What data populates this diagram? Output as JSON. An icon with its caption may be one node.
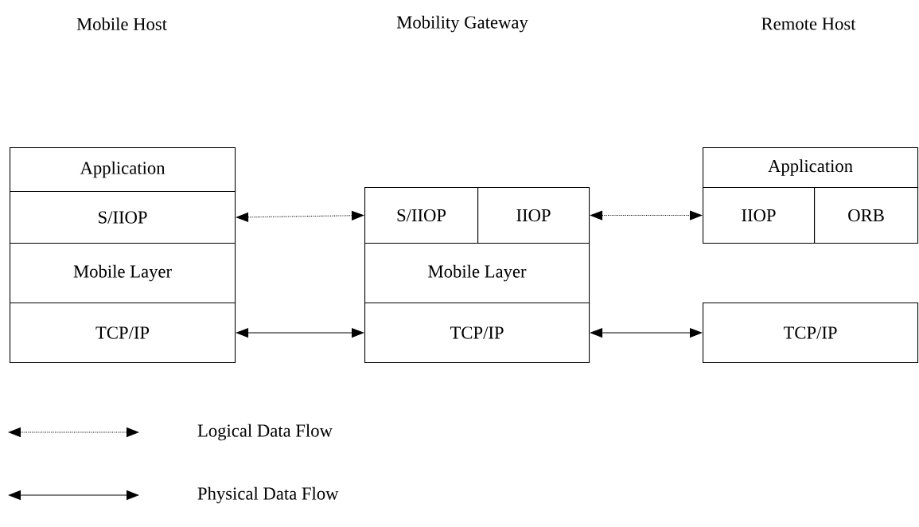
{
  "diagram": {
    "nodes": [
      {
        "text": [
          "Application"
        ]
      },
      {
        "text": [
          "S/IIOP"
        ]
      },
      {
        "text": [
          "Mobile Layer"
        ]
      },
      {
        "text": [
          "TCP/IP"
        ]
      },
      {
        "text": [
          "S/IIOP"
        ]
      },
      {
        "text": [
          "IIOP"
        ]
      },
      {
        "text": [
          "Mobile Layer"
        ]
      },
      {
        "text": [
          "TCP/IP"
        ]
      },
      {
        "text": [
          "Application"
        ]
      },
      {
        "text": [
          "IIOP"
        ]
      },
      {
        "text": [
          "ORB"
        ]
      },
      {
        "text": [
          "TCP/IP"
        ]
      }
    ],
    "edges": [
      {
        "from": 1,
        "to": 4,
        "arrow": "both",
        "style": "dashed"
      },
      {
        "from": 5,
        "to": 9,
        "arrow": "both",
        "style": "dashed"
      },
      {
        "from": 3,
        "to": 7,
        "arrow": "both"
      },
      {
        "from": 7,
        "to": 11,
        "arrow": "both"
      }
    ],
    "labels": [
      "Mobile Host",
      "Mobility Gateway",
      "Remote Host"
    ],
    "legend": [
      {
        "text": "Logical Data Flow"
      },
      {
        "text": "Physical Data Flow"
      }
    ]
  }
}
